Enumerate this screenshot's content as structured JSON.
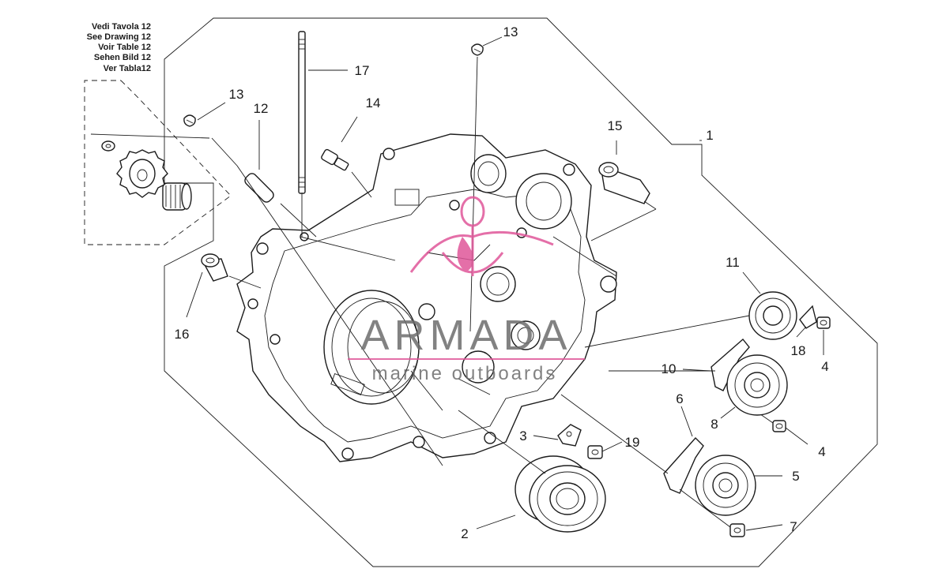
{
  "reference_note": {
    "lines": [
      "Vedi Tavola 12",
      "See Drawing 12",
      "Voir Table 12",
      "Sehen Bild 12",
      "Ver Tabla12"
    ]
  },
  "callouts": [
    {
      "id": "c1",
      "label": "1"
    },
    {
      "id": "c2",
      "label": "2"
    },
    {
      "id": "c3",
      "label": "3"
    },
    {
      "id": "c4a",
      "label": "4"
    },
    {
      "id": "c4b",
      "label": "4"
    },
    {
      "id": "c5",
      "label": "5"
    },
    {
      "id": "c6",
      "label": "6"
    },
    {
      "id": "c7",
      "label": "7"
    },
    {
      "id": "c8",
      "label": "8"
    },
    {
      "id": "c10",
      "label": "10"
    },
    {
      "id": "c11",
      "label": "11"
    },
    {
      "id": "c12",
      "label": "12"
    },
    {
      "id": "c13a",
      "label": "13"
    },
    {
      "id": "c13b",
      "label": "13"
    },
    {
      "id": "c14",
      "label": "14"
    },
    {
      "id": "c15",
      "label": "15"
    },
    {
      "id": "c16",
      "label": "16"
    },
    {
      "id": "c17",
      "label": "17"
    },
    {
      "id": "c18",
      "label": "18"
    },
    {
      "id": "c19",
      "label": "19"
    }
  ],
  "watermark": {
    "brand": "ARMADA",
    "tagline": "marine outboards",
    "color_gray": "#6d6d6d",
    "color_pink": "#e0579a"
  }
}
